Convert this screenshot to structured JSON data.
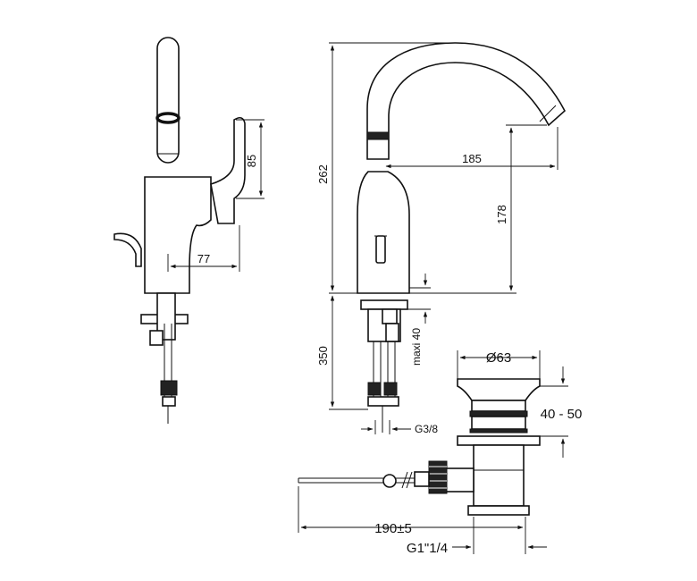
{
  "dimensions": {
    "side_lever_height": "85",
    "side_depth": "77",
    "total_height": "262",
    "spout_reach": "185",
    "spout_clearance": "178",
    "tail_length": "350",
    "max_thickness": "maxi 40",
    "thread_hose": "G3/8",
    "waste_diameter": "Ø63",
    "waste_range": "40 - 50",
    "rod_length": "190±5",
    "waste_thread": "G1\"1/4"
  },
  "colors": {
    "line": "#111111",
    "background": "#ffffff"
  }
}
